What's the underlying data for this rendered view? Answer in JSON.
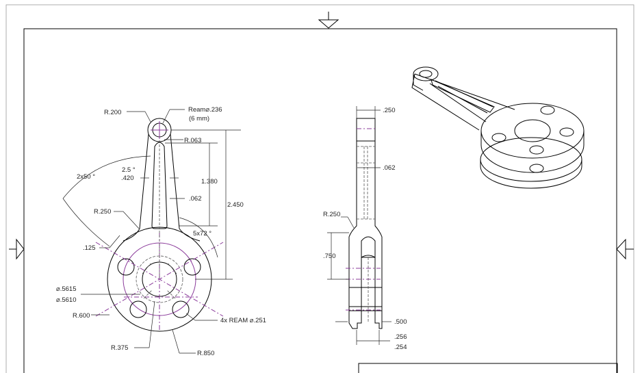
{
  "front_view": {
    "r200": "R.200",
    "ream_label": "Ream⌀.236",
    "ream_mm": "(6 mm)",
    "r063": "R.063",
    "taper_angle": "2.5 °",
    "width_420": ".420",
    "pattern_angle": "2x50 °",
    "dim_1380": "1.380",
    "dim_2450": "2.450",
    "dim_062": ".062",
    "r250": "R.250",
    "chamfer": "5x72 °",
    "dim_125": ".125",
    "dia_hi": "⌀.5615",
    "dia_lo": "⌀.5610",
    "r600": "R.600",
    "ream_holes": "4x REAM ⌀.251",
    "r375": "R.375",
    "r850": "R.850"
  },
  "side_view": {
    "dim_250": ".250",
    "dim_062": ".062",
    "r250": "R.250",
    "dim_750": ".750",
    "dim_500": ".500",
    "dim_256": ".256",
    "dim_254": ".254"
  }
}
